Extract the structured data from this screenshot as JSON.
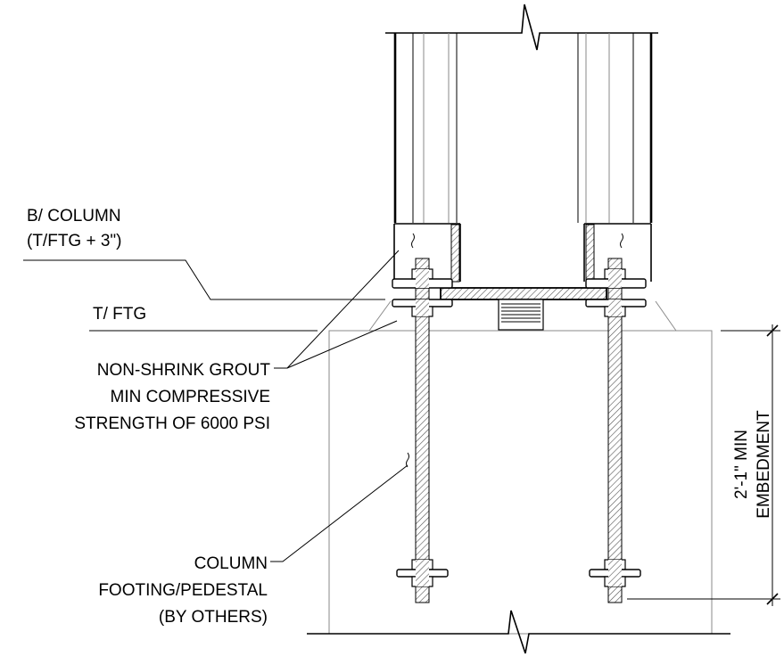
{
  "labels": {
    "bottom_of_column_line1": "B/ COLUMN",
    "bottom_of_column_line2": "(T/FTG + 3\")",
    "top_of_footing": "T/ FTG",
    "grout_line1": "NON-SHRINK GROUT",
    "grout_line2": "MIN COMPRESSIVE",
    "grout_line3": "STRENGTH OF 6000 PSI",
    "footing_line1": "COLUMN",
    "footing_line2": "FOOTING/PEDESTAL",
    "footing_line3": "(BY OTHERS)",
    "embedment_line1": "2'-1\" MIN",
    "embedment_line2": "EMBEDMENT"
  }
}
